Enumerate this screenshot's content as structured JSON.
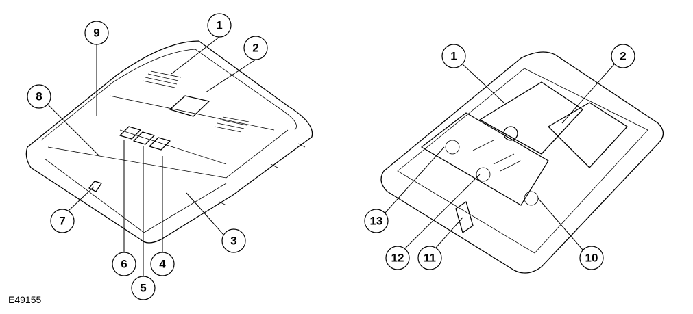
{
  "figure_id": "E49155",
  "left_view": {
    "callouts": [
      "1",
      "2",
      "3",
      "4",
      "5",
      "6",
      "7",
      "8",
      "9"
    ]
  },
  "right_view": {
    "callouts": [
      "1",
      "2",
      "10",
      "11",
      "12",
      "13"
    ]
  }
}
